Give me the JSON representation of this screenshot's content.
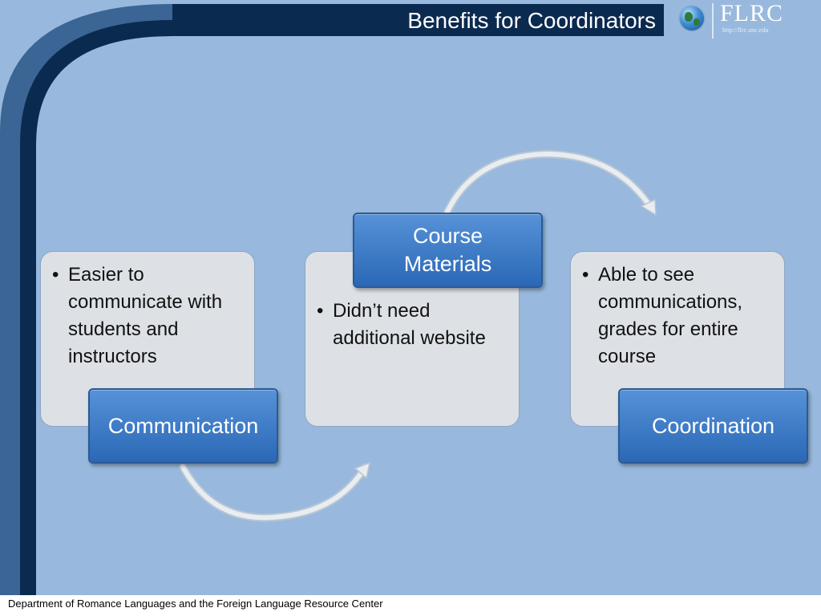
{
  "slide": {
    "title": "Benefits for Coordinators",
    "logo": {
      "text": "FLRC",
      "url": "http://flrc.unc.edu"
    },
    "footer": "Department of Romance Languages and the Foreign Language Resource Center"
  },
  "process": [
    {
      "label": "Communication",
      "bullets": [
        "Easier to communicate with students and instructors"
      ]
    },
    {
      "label": "Course Materials",
      "bullets": [
        "Didn’t need additional website"
      ]
    },
    {
      "label": "Coordination",
      "bullets": [
        "Able to see communications, grades for entire course"
      ]
    }
  ],
  "colors": {
    "background": "#98b9dd",
    "frame_dark": "#0b2a4f",
    "frame_mid": "#3a6595",
    "label_fill": "#3b7ccb",
    "card_fill": "#dde1e6"
  }
}
